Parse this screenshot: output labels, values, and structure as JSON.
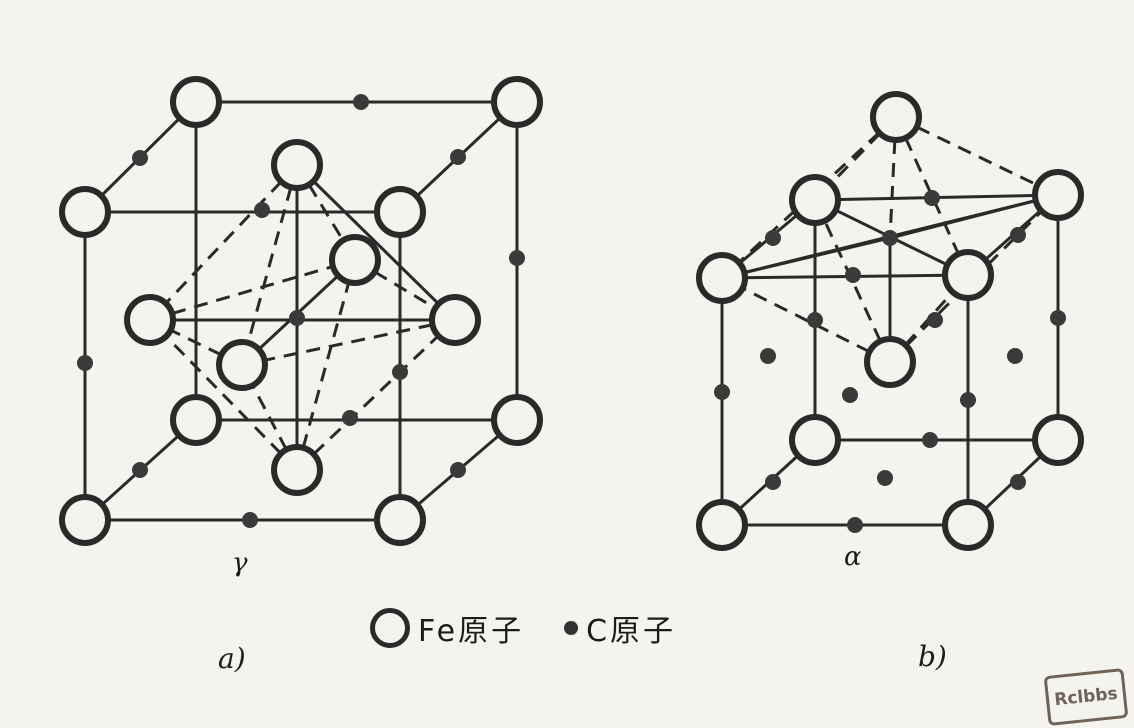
{
  "diagram": {
    "left": {
      "phase_label": "γ",
      "sub_label": "a)"
    },
    "right": {
      "phase_label": "α",
      "sub_label": "b)"
    },
    "legend": {
      "fe_label": "Fe原子",
      "c_label": "C原子",
      "fe_icon": "hollow-circle",
      "c_icon": "filled-dot"
    },
    "watermark": "Rclbbs",
    "colors": {
      "line": "#2a2a2a",
      "paper": "#f4f3ee",
      "stamp": "#6f6358"
    }
  }
}
